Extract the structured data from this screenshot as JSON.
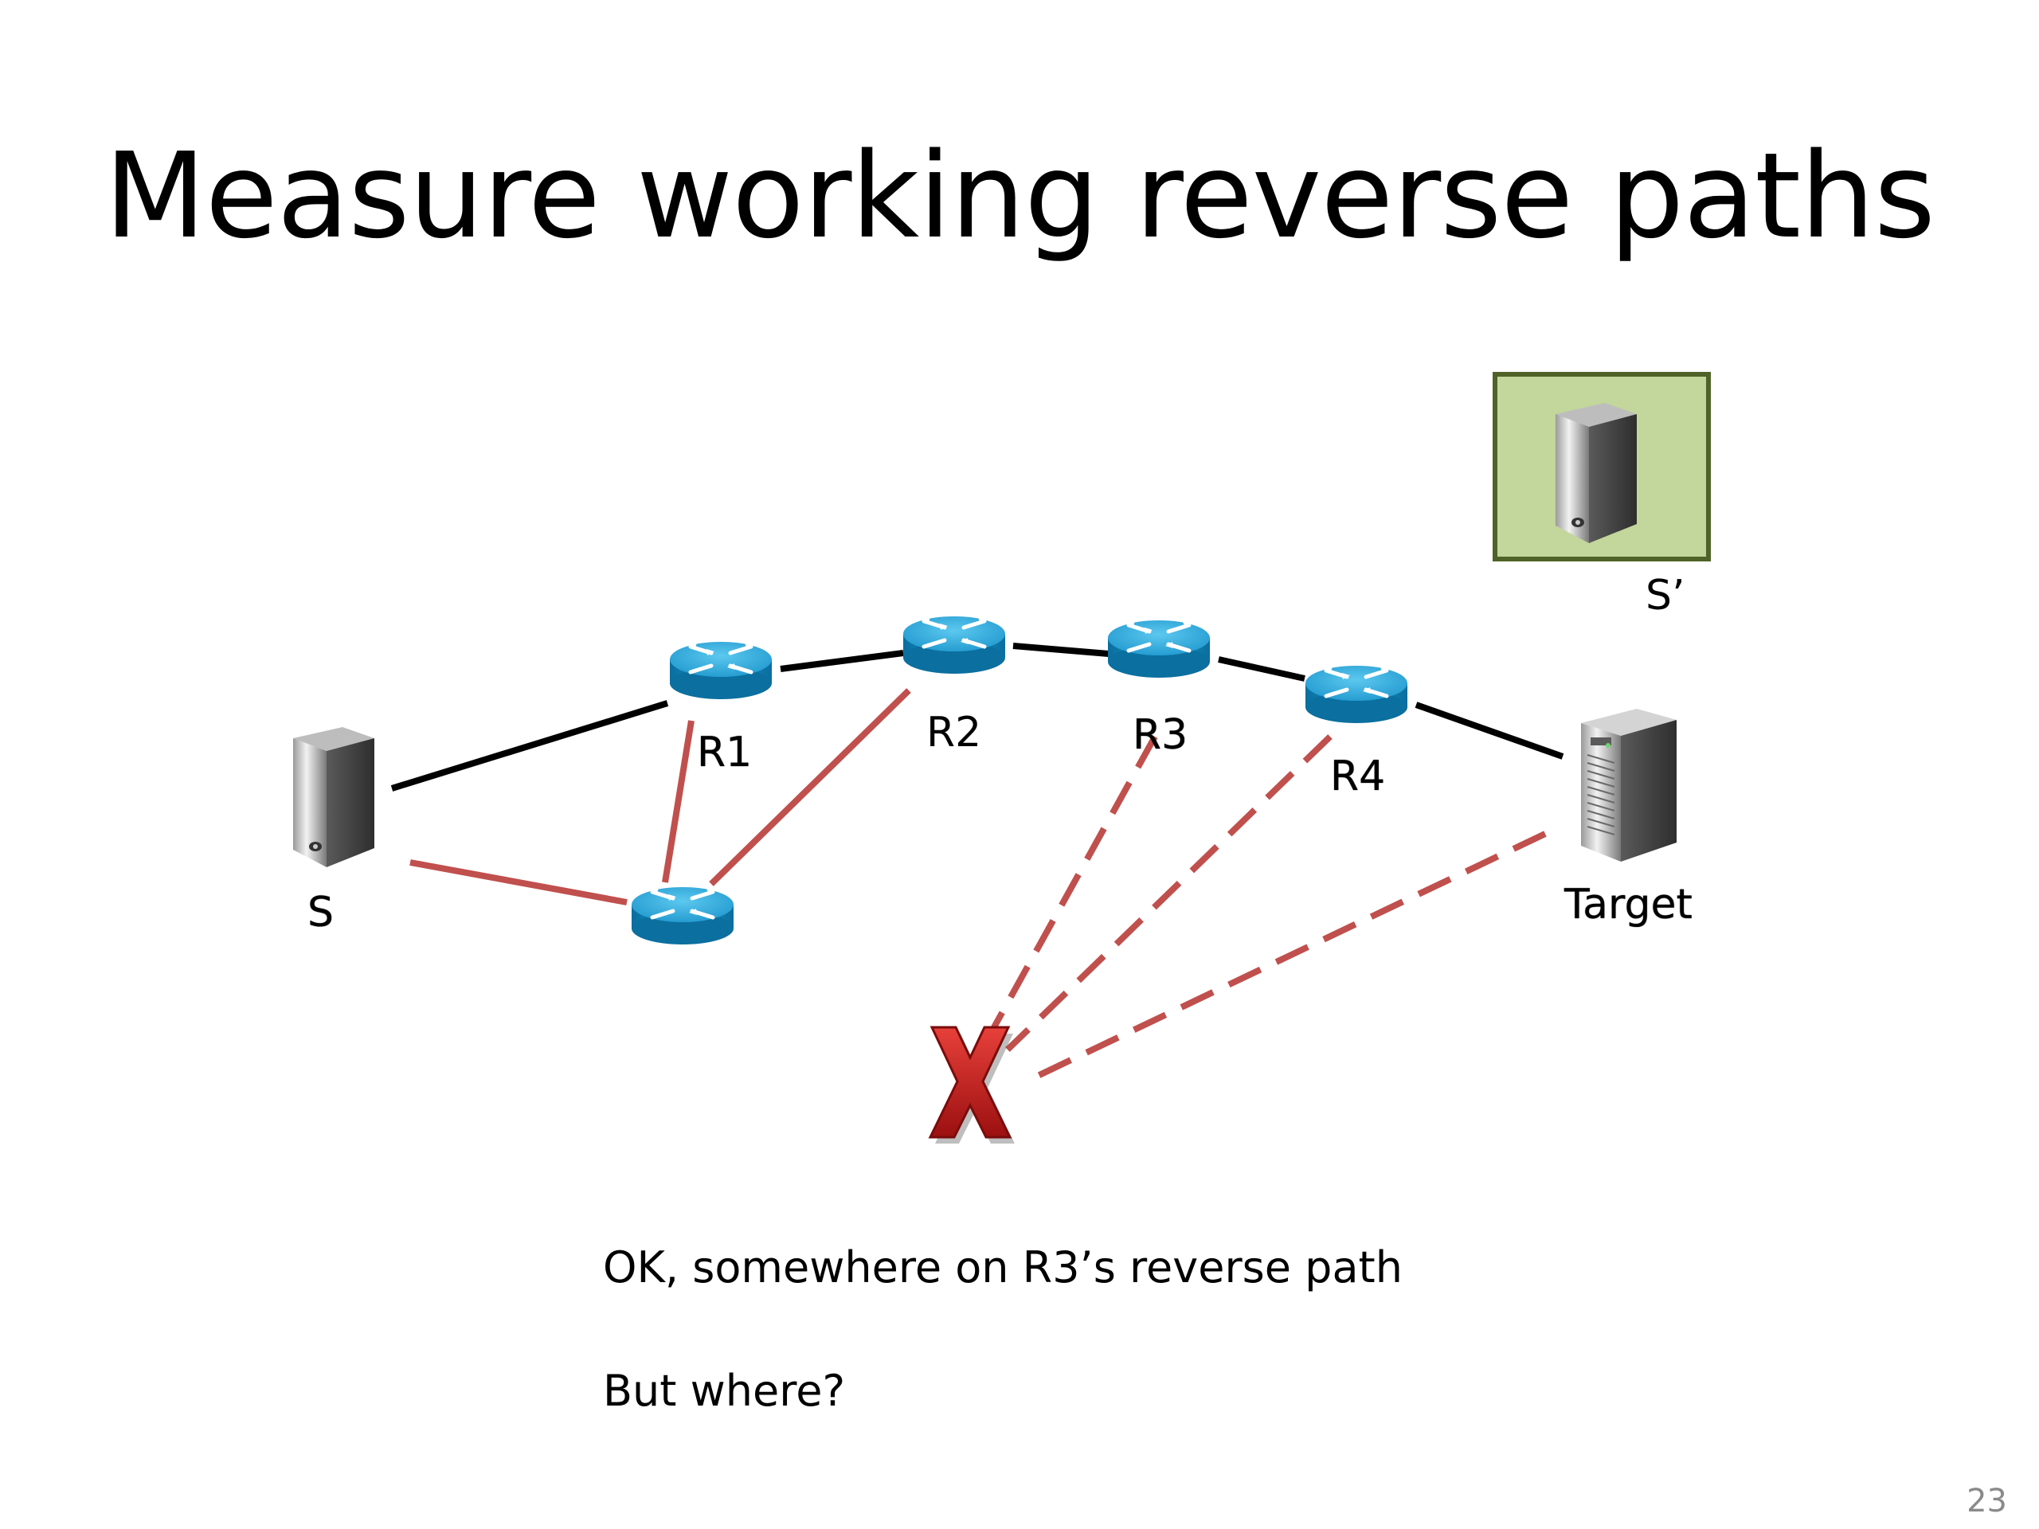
{
  "slide": {
    "title": "Measure working reverse paths",
    "page_number": "23"
  },
  "diagram": {
    "nodes": {
      "s": "S",
      "s_prime": "S’",
      "r1": "R1",
      "r2": "R2",
      "r3": "R3",
      "r4": "R4",
      "target": "Target"
    },
    "failure_marker": "X",
    "colors": {
      "normal_link": "#000000",
      "reverse_path": "#c0504d",
      "router_top": "#2fa7d8",
      "router_side": "#0b7fb6",
      "highlight_box_fill": "#c3d69b",
      "highlight_box_border": "#4f6228"
    }
  },
  "notes": {
    "line1": "OK, somewhere on R3’s reverse path",
    "line2": "But where?"
  }
}
